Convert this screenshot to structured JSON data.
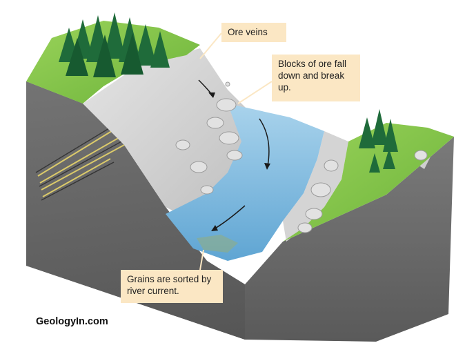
{
  "diagram": {
    "labels": {
      "ore_veins": "Ore veins",
      "blocks_of_ore": "Blocks of ore fall down and break up.",
      "grains_sorted": "Grains are sorted by river current."
    },
    "watermark": "GeologyIn.com",
    "colors": {
      "rock_front": "#6b6b6b",
      "rock_side": "#4d4d4d",
      "grass": "#7cc043",
      "forest": "#1f6b3a",
      "water": "#8ec3e3",
      "water_deep": "#5fa5d3",
      "boulder": "#d8d8d8",
      "ore_vein": "#e8d56a",
      "callout_bg": "#fbe7c4"
    }
  }
}
